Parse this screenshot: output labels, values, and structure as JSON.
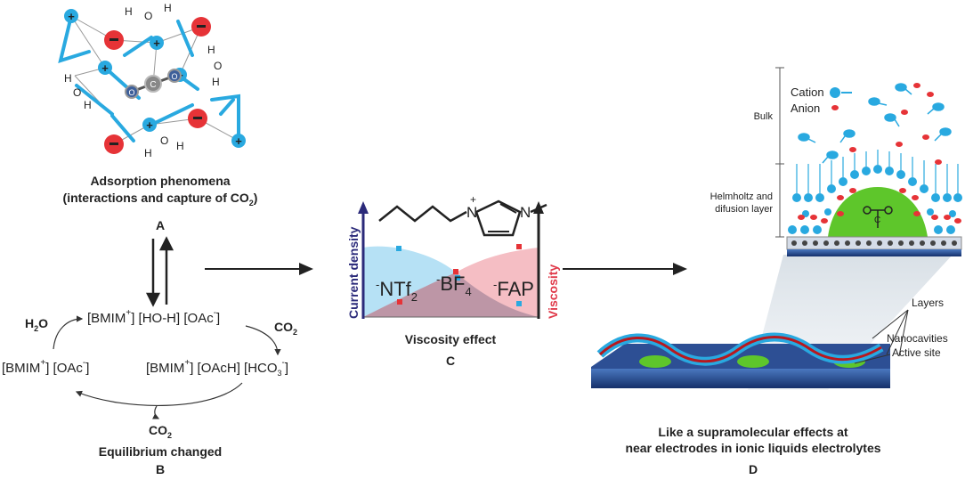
{
  "panel_a": {
    "caption_line1": "Adsorption phenomena",
    "caption_line2": "(interactions and capture of CO",
    "caption_line2_sub": "2",
    "caption_line2_end": ")",
    "letter": "A",
    "carbon": "C",
    "oxygen": "O",
    "water_h": "H",
    "water_o": "O"
  },
  "panel_b": {
    "species_top": "[BMIM",
    "species_top_sup": "+",
    "species_top_rest": "] [HO-H] [OAc",
    "species_top_sup2": "-",
    "species_top_end": "]",
    "h2o": "H",
    "h2o_sub": "2",
    "h2o_end": "O",
    "co2": "CO",
    "co2_sub": "2",
    "species_left": "[BMIM",
    "species_left_sup": "+",
    "species_left_rest": "] [OAc",
    "species_left_sup2": "-",
    "species_left_end": "]",
    "species_right": "[BMIM",
    "species_right_sup": "+",
    "species_right_rest": "] [OAcH] [HCO",
    "species_right_sub": "3",
    "species_right_sup2": "-",
    "species_right_end": "]",
    "co2_bottom": "CO",
    "co2_bottom_sub": "2",
    "caption": "Equilibrium changed",
    "letter": "B"
  },
  "panel_c": {
    "left_axis": "Current density",
    "right_axis": "Viscosity",
    "anion1_sup": "-",
    "anion1": "NTf",
    "anion1_sub": "2",
    "anion2_sup": "-",
    "anion2": "BF",
    "anion2_sub": "4",
    "anion3_sup": "-",
    "anion3": "FAP",
    "plus": "+",
    "n1": "N",
    "n2": "N",
    "caption": "Viscosity effect",
    "letter": "C"
  },
  "panel_d": {
    "bulk": "Bulk",
    "helmholtz_line1": "Helmholtz and",
    "helmholtz_line2": "difusion layer",
    "cation": "Cation",
    "anion": "Anion",
    "layers": "Layers",
    "nanocavities": "Nanocavities",
    "active_site": "Active site",
    "caption_line1": "Like a supramolecular effects at",
    "caption_line2": "near electrodes in ionic liquids electrolytes",
    "letter": "D"
  },
  "colors": {
    "cation_blue": "#29a9e0",
    "anion_red": "#e63337",
    "current_blue": "#2b2a7a",
    "viscosity_red": "#e03a4a",
    "electrode_dark": "#1c3a78",
    "active_green": "#5ec62b"
  }
}
